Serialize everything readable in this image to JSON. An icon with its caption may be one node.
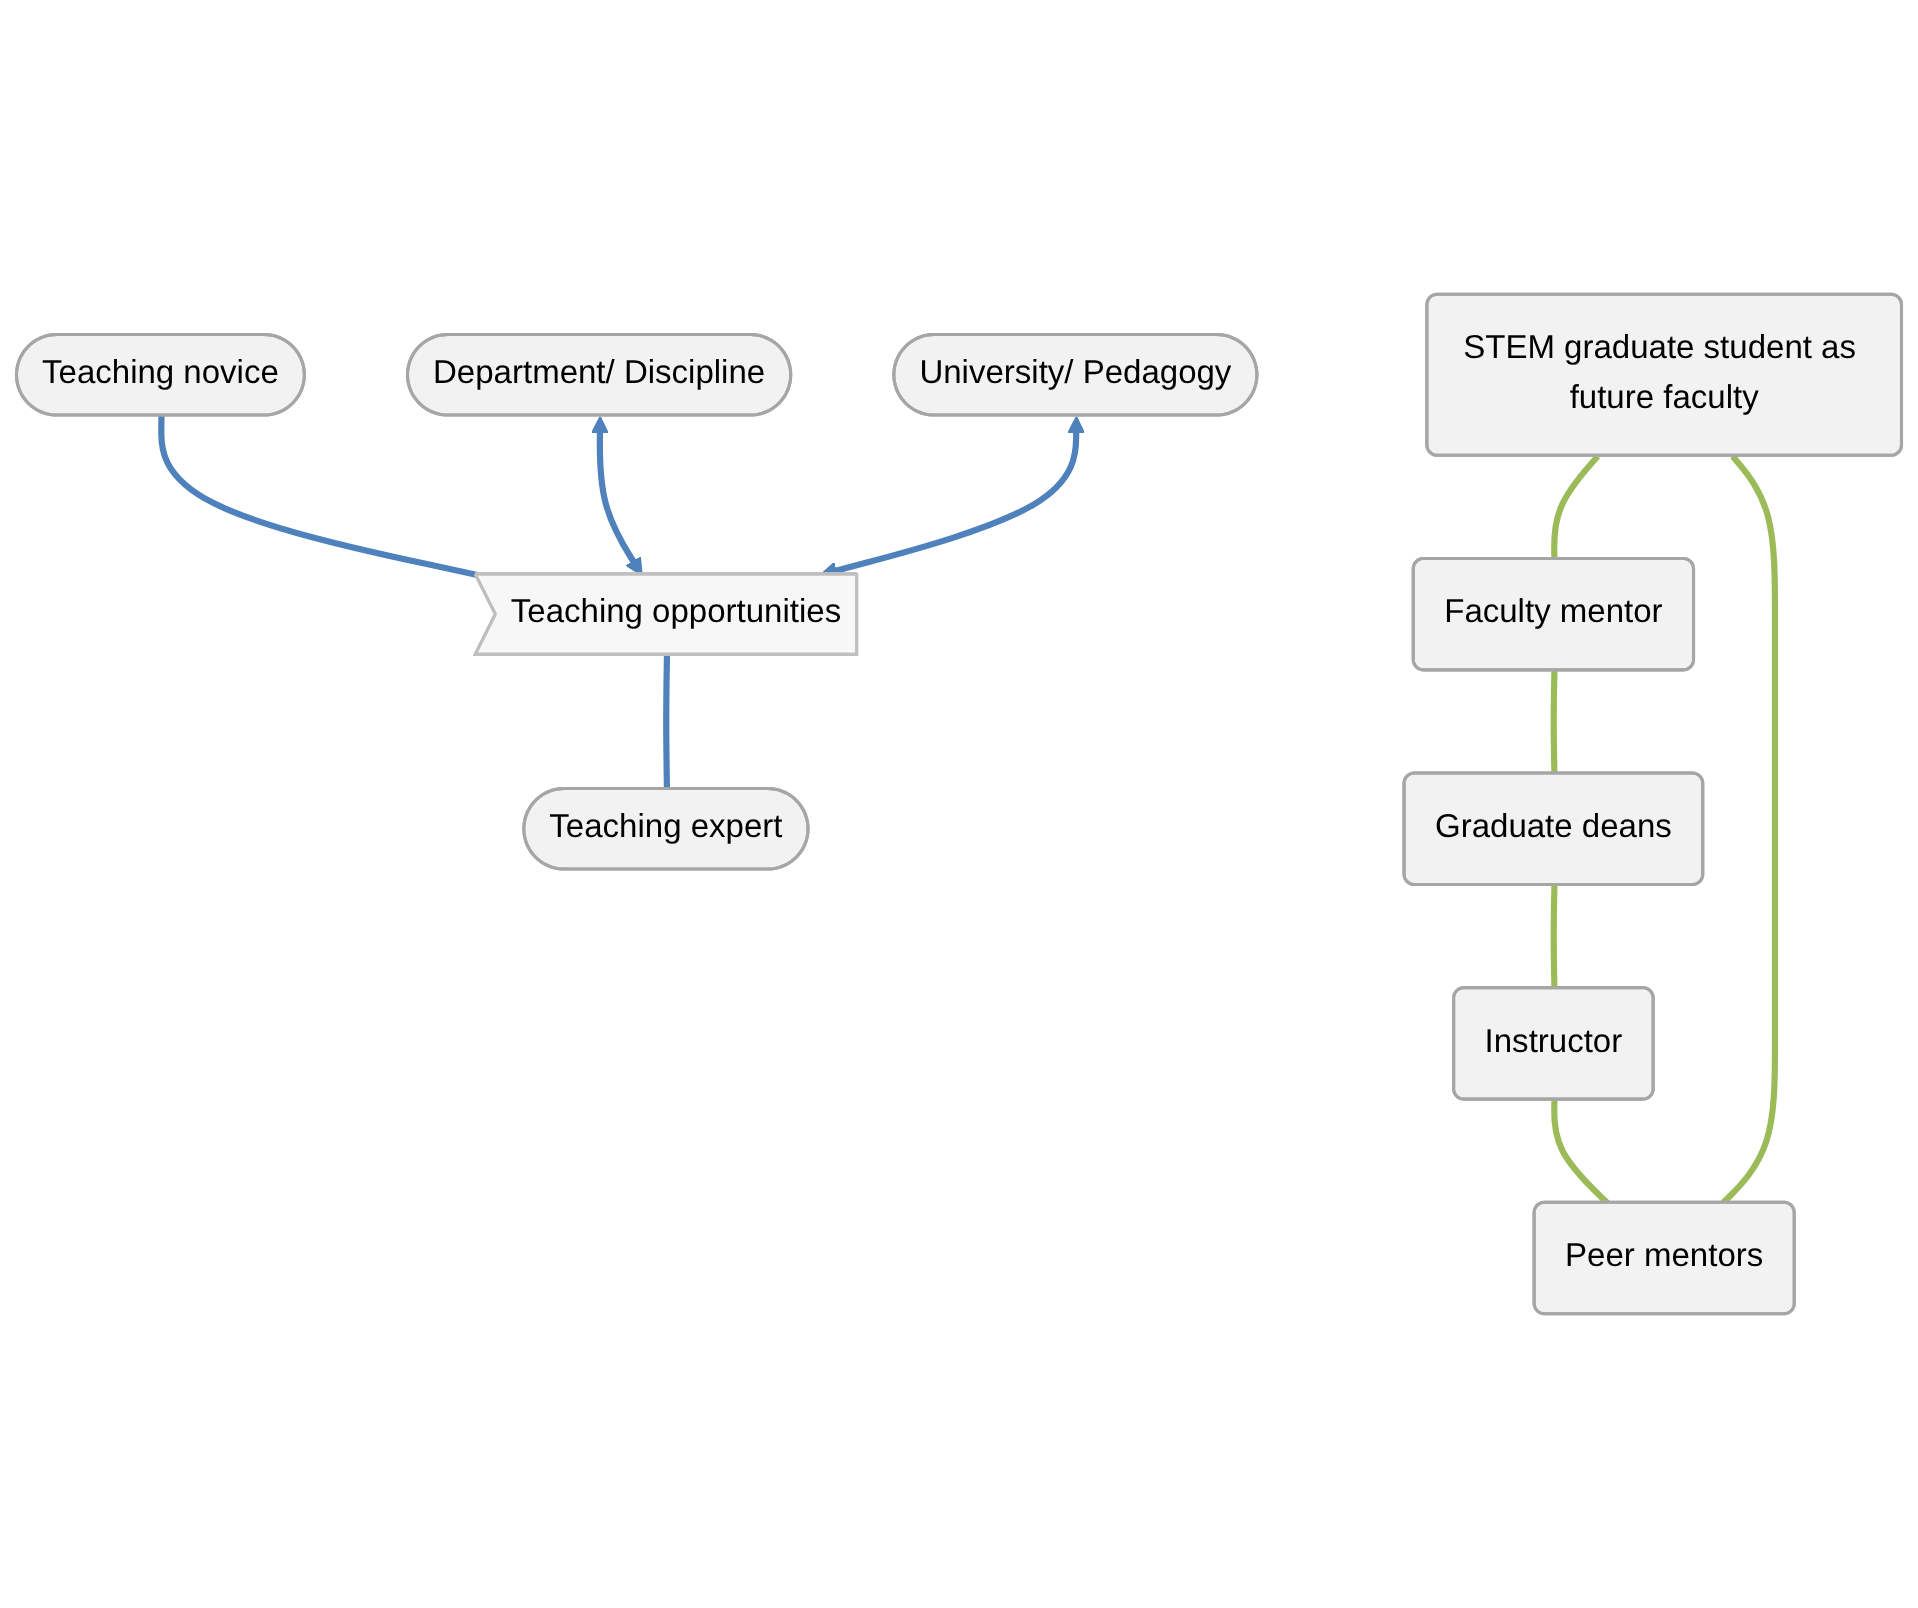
{
  "diagram": {
    "nodes": [
      {
        "text": [
          "STEM graduate student as future faculty"
        ]
      },
      {
        "text": [
          "Peer mentors"
        ]
      },
      {
        "text": [
          "Faculty mentor"
        ]
      },
      {
        "text": [
          "Department/ Discipline"
        ]
      },
      {
        "text": [
          "Teaching novice"
        ]
      },
      {
        "text": [
          "Teaching opportunities"
        ]
      },
      {
        "text": [
          "Teaching expert"
        ]
      },
      {
        "text": [
          "University/ Pedagogy"
        ]
      },
      {
        "text": [
          "Instructor"
        ]
      },
      {
        "text": [
          "Graduate deans"
        ]
      }
    ],
    "edges": [
      {
        "from": 0,
        "to": 2,
        "arrow": "none"
      },
      {
        "from": 2,
        "to": 9,
        "arrow": "none"
      },
      {
        "from": 9,
        "to": 8,
        "arrow": "none"
      },
      {
        "from": 8,
        "to": 1,
        "arrow": "none"
      },
      {
        "from": 1,
        "to": 0,
        "arrow": "none"
      },
      {
        "from": 4,
        "to": 5,
        "arrow": "none",
        "color": "#4f81bd"
      },
      {
        "from": 5,
        "to": 6,
        "arrow": "none",
        "color": "#4f81bd"
      },
      {
        "from": 3,
        "to": 5,
        "arrow": "both",
        "color": "#4f81bd"
      },
      {
        "from": 7,
        "to": 5,
        "arrow": "both",
        "color": "#4f81bd"
      }
    ]
  }
}
